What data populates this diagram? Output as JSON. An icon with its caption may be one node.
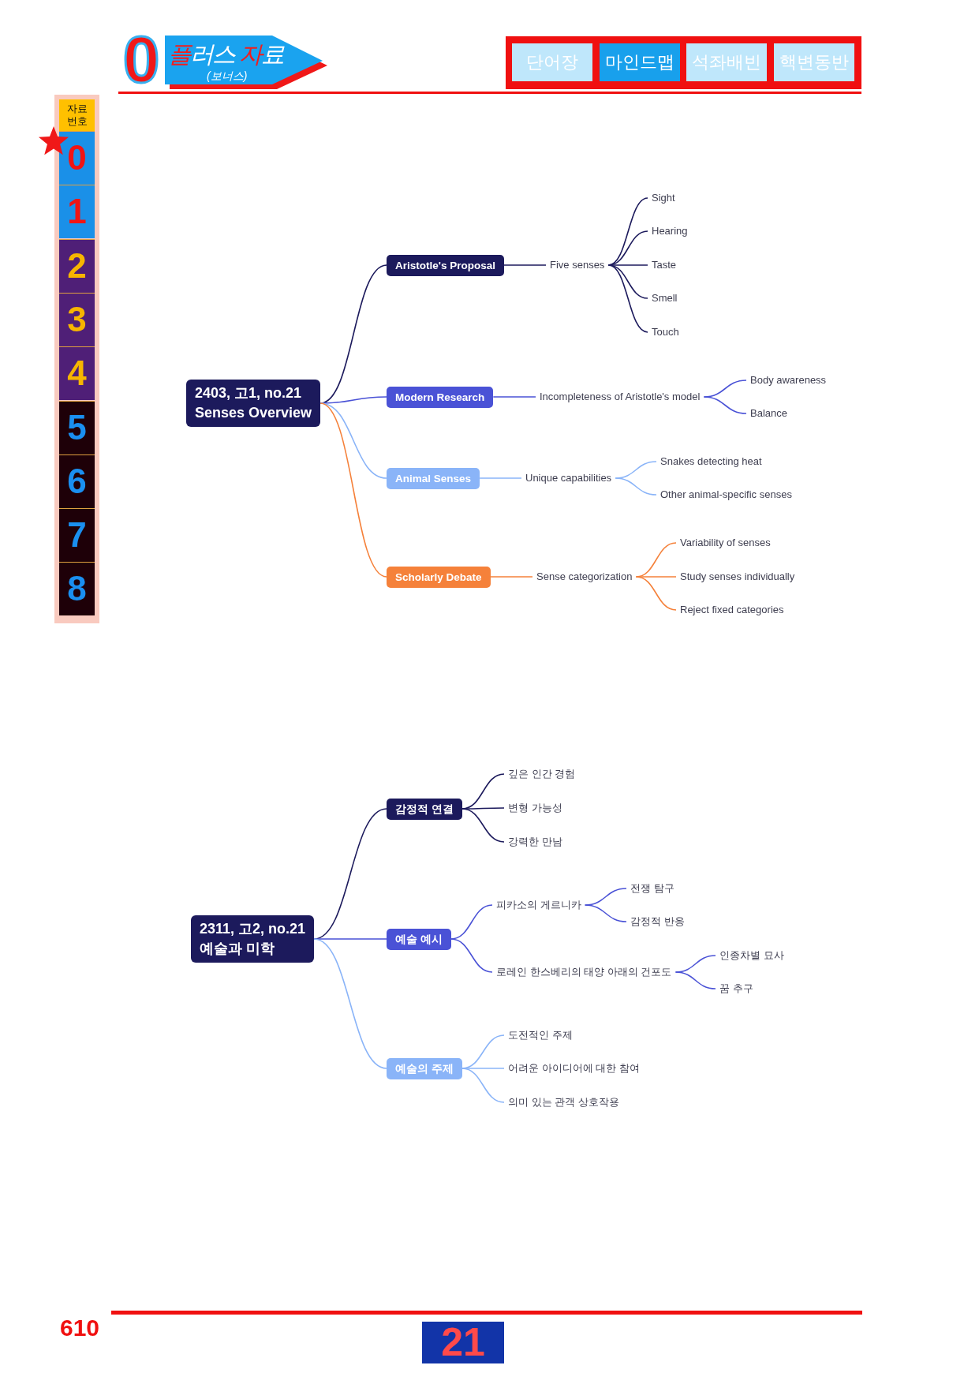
{
  "diagram": {
    "nodes": [
      {
        "text": [
          "2403, 고1, no.21",
          "Senses Overview"
        ]
      },
      {
        "text": [
          "Aristotle's Proposal"
        ]
      },
      {
        "text": [
          "Five senses"
        ]
      },
      {
        "text": [
          "Sight"
        ]
      },
      {
        "text": [
          "Hearing"
        ]
      },
      {
        "text": [
          "Taste"
        ]
      },
      {
        "text": [
          "Smell"
        ]
      },
      {
        "text": [
          "Touch"
        ]
      },
      {
        "text": [
          "Modern Research"
        ]
      },
      {
        "text": [
          "Incompleteness of Aristotle's model"
        ]
      },
      {
        "text": [
          "Body awareness"
        ]
      },
      {
        "text": [
          "Balance"
        ]
      },
      {
        "text": [
          "Animal Senses"
        ]
      },
      {
        "text": [
          "Unique capabilities"
        ]
      },
      {
        "text": [
          "Snakes detecting heat"
        ]
      },
      {
        "text": [
          "Other animal-specific senses"
        ]
      },
      {
        "text": [
          "Scholarly Debate"
        ]
      },
      {
        "text": [
          "Sense categorization"
        ]
      },
      {
        "text": [
          "Variability of senses"
        ]
      },
      {
        "text": [
          "Study senses individually"
        ]
      },
      {
        "text": [
          "Reject fixed categories"
        ]
      },
      {
        "text": [
          "2311, 고2, no.21",
          "예술과 미학"
        ]
      },
      {
        "text": [
          "감정적 연결"
        ]
      },
      {
        "text": [
          "깊은 인간 경험"
        ]
      },
      {
        "text": [
          "변형 가능성"
        ]
      },
      {
        "text": [
          "강력한 만남"
        ]
      },
      {
        "text": [
          "예술 예시"
        ]
      },
      {
        "text": [
          "피카소의 게르니카"
        ]
      },
      {
        "text": [
          "전쟁 탐구"
        ]
      },
      {
        "text": [
          "감정적 반응"
        ]
      },
      {
        "text": [
          "로레인 한스베리의 태양 아래의 건포도"
        ]
      },
      {
        "text": [
          "인종차별 묘사"
        ]
      },
      {
        "text": [
          "꿈 추구"
        ]
      },
      {
        "text": [
          "예술의 주제"
        ]
      },
      {
        "text": [
          "도전적인 주제"
        ]
      },
      {
        "text": [
          "어려운 아이디어에 대한 참여"
        ]
      },
      {
        "text": [
          "의미 있는 관객 상호작용"
        ]
      }
    ],
    "edges": [
      {
        "from": 0,
        "to": 1,
        "arrow": "none"
      },
      {
        "from": 1,
        "to": 2,
        "arrow": "none"
      },
      {
        "from": 2,
        "to": 3,
        "arrow": "none"
      },
      {
        "from": 2,
        "to": 4,
        "arrow": "none"
      },
      {
        "from": 2,
        "to": 5,
        "arrow": "none"
      },
      {
        "from": 2,
        "to": 6,
        "arrow": "none"
      },
      {
        "from": 2,
        "to": 7,
        "arrow": "none"
      },
      {
        "from": 0,
        "to": 8,
        "arrow": "none",
        "color": "#4a52d6"
      },
      {
        "from": 8,
        "to": 9,
        "arrow": "none",
        "color": "#4a52d6"
      },
      {
        "from": 9,
        "to": 10,
        "arrow": "none",
        "color": "#4a52d6"
      },
      {
        "from": 9,
        "to": 11,
        "arrow": "none",
        "color": "#4a52d6"
      },
      {
        "from": 0,
        "to": 12,
        "arrow": "none",
        "color": "#8ab4f8"
      },
      {
        "from": 12,
        "to": 13,
        "arrow": "none",
        "color": "#8ab4f8"
      },
      {
        "from": 13,
        "to": 14,
        "arrow": "none",
        "color": "#8ab4f8"
      },
      {
        "from": 13,
        "to": 15,
        "arrow": "none",
        "color": "#8ab4f8"
      },
      {
        "from": 0,
        "to": 16,
        "arrow": "none",
        "color": "#f5813a"
      },
      {
        "from": 16,
        "to": 17,
        "arrow": "none",
        "color": "#f5813a"
      },
      {
        "from": 17,
        "to": 18,
        "arrow": "none",
        "color": "#f5813a"
      },
      {
        "from": 17,
        "to": 19,
        "arrow": "none",
        "color": "#f5813a"
      },
      {
        "from": 17,
        "to": 20,
        "arrow": "none",
        "color": "#f5813a"
      },
      {
        "from": 21,
        "to": 22,
        "arrow": "none"
      },
      {
        "from": 22,
        "to": 23,
        "arrow": "none"
      },
      {
        "from": 22,
        "to": 24,
        "arrow": "none"
      },
      {
        "from": 22,
        "to": 25,
        "arrow": "none"
      },
      {
        "from": 21,
        "to": 26,
        "arrow": "none",
        "color": "#4a52d6"
      },
      {
        "from": 26,
        "to": 27,
        "arrow": "none",
        "color": "#4a52d6"
      },
      {
        "from": 27,
        "to": 28,
        "arrow": "none",
        "color": "#4a52d6"
      },
      {
        "from": 27,
        "to": 29,
        "arrow": "none",
        "color": "#4a52d6"
      },
      {
        "from": 26,
        "to": 30,
        "arrow": "none",
        "color": "#4a52d6"
      },
      {
        "from": 30,
        "to": 31,
        "arrow": "none",
        "color": "#4a52d6"
      },
      {
        "from": 30,
        "to": 32,
        "arrow": "none",
        "color": "#4a52d6"
      },
      {
        "from": 21,
        "to": 33,
        "arrow": "none",
        "color": "#8ab4f8"
      },
      {
        "from": 33,
        "to": 34,
        "arrow": "none",
        "color": "#8ab4f8"
      },
      {
        "from": 33,
        "to": 35,
        "arrow": "none",
        "color": "#8ab4f8"
      },
      {
        "from": 33,
        "to": 36,
        "arrow": "none",
        "color": "#8ab4f8"
      }
    ],
    "labels": [
      "0",
      "플러스 자료",
      "(보너스)",
      "단어장",
      "마인드맵",
      "석좌배빈",
      "핵변동반",
      "자료 번호",
      "0",
      "1",
      "2",
      "3",
      "4",
      "5",
      "6",
      "7",
      "8",
      "610",
      "21"
    ]
  }
}
